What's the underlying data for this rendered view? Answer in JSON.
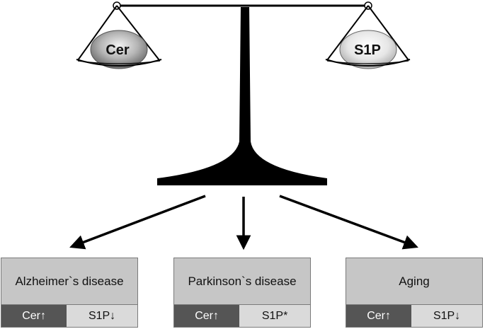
{
  "scale": {
    "left_pan_label": "Cer",
    "right_pan_label": "S1P"
  },
  "boxes": [
    {
      "title": "Alzheimer`s disease",
      "cer": "Cer↑",
      "s1p": "S1P↓"
    },
    {
      "title": "Parkinson`s disease",
      "cer": "Cer↑",
      "s1p": "S1P*"
    },
    {
      "title": "Aging",
      "cer": "Cer↑",
      "s1p": "S1P↓"
    }
  ]
}
